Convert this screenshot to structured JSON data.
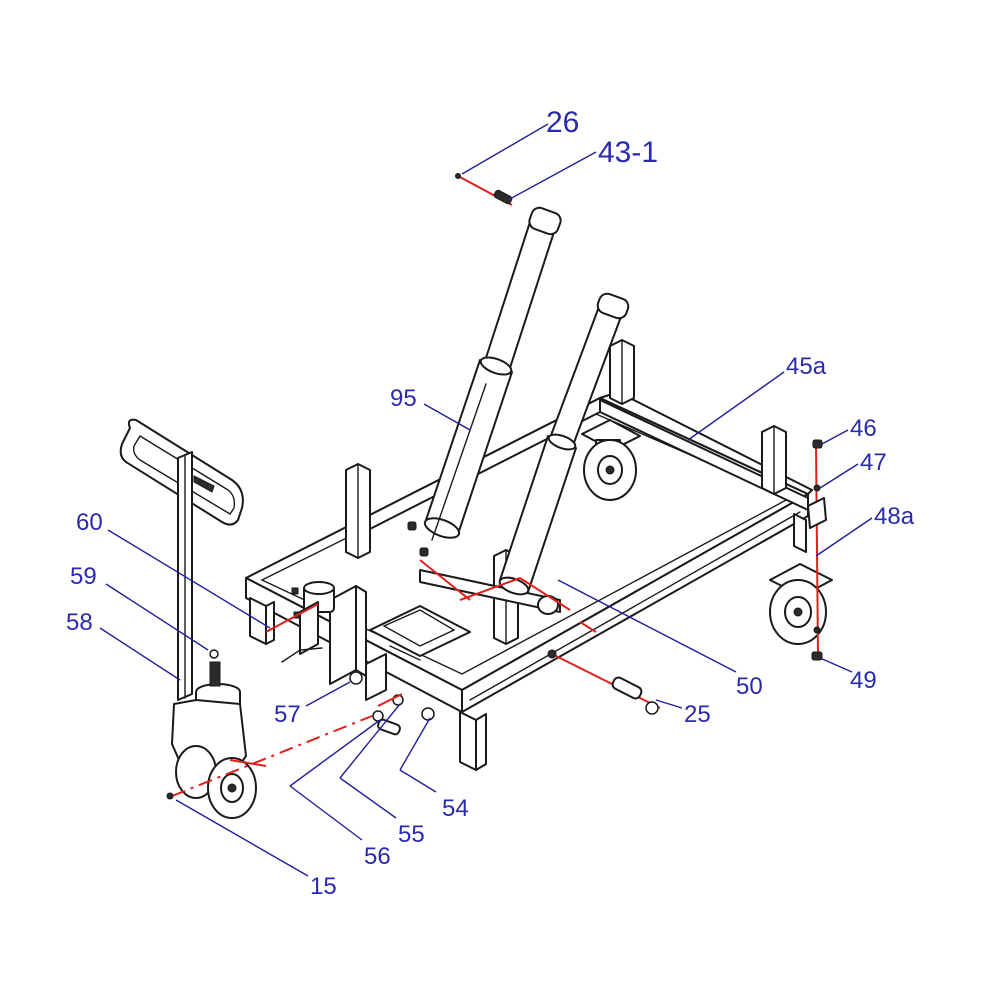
{
  "colors": {
    "callout_text": "#2a2ab0",
    "leader_line": "#1f1f9a",
    "axis_line": "#e0201b",
    "outline": "#1a1a1a",
    "background": "#ffffff"
  },
  "callouts": [
    {
      "id": "26",
      "label": "26"
    },
    {
      "id": "43-1",
      "label": "43-1"
    },
    {
      "id": "45a",
      "label": "45a"
    },
    {
      "id": "46",
      "label": "46"
    },
    {
      "id": "47",
      "label": "47"
    },
    {
      "id": "48a",
      "label": "48a"
    },
    {
      "id": "95",
      "label": "95"
    },
    {
      "id": "60",
      "label": "60"
    },
    {
      "id": "59",
      "label": "59"
    },
    {
      "id": "58",
      "label": "58"
    },
    {
      "id": "57",
      "label": "57"
    },
    {
      "id": "50",
      "label": "50"
    },
    {
      "id": "49",
      "label": "49"
    },
    {
      "id": "25",
      "label": "25"
    },
    {
      "id": "54",
      "label": "54"
    },
    {
      "id": "55",
      "label": "55"
    },
    {
      "id": "56",
      "label": "56"
    },
    {
      "id": "15",
      "label": "15"
    }
  ]
}
